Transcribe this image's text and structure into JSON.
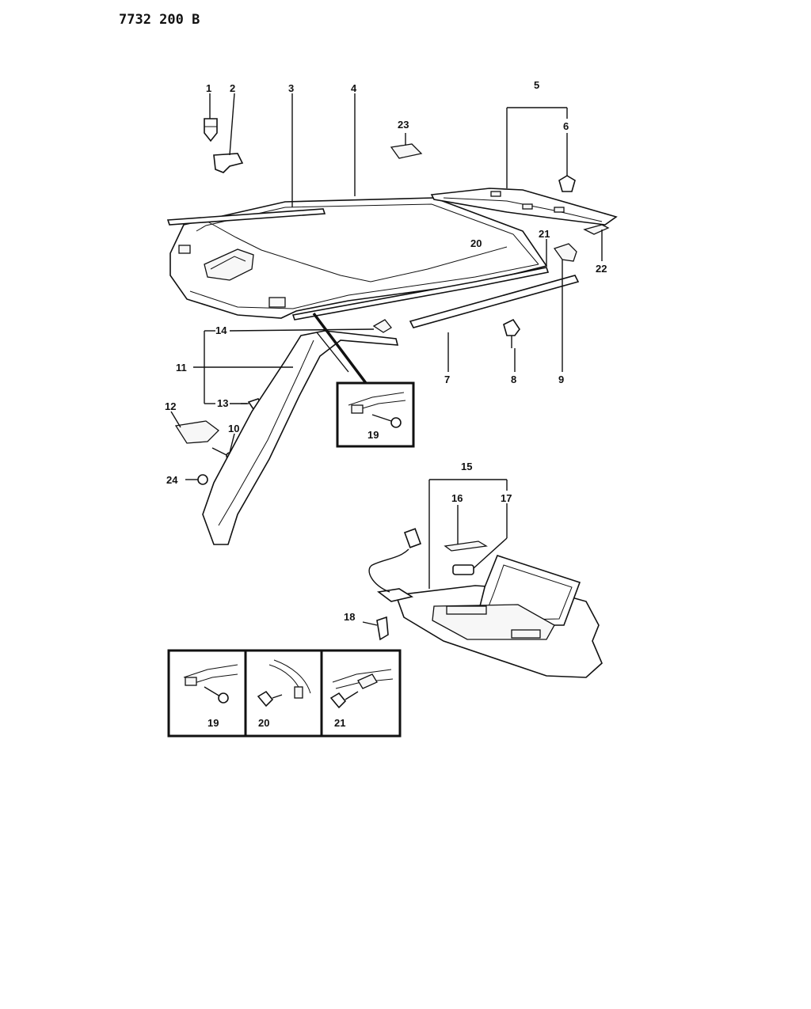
{
  "drawing_code": "7732 200 B",
  "callouts": [
    {
      "id": "c1",
      "label": "1"
    },
    {
      "id": "c2",
      "label": "2"
    },
    {
      "id": "c3",
      "label": "3"
    },
    {
      "id": "c4",
      "label": "4"
    },
    {
      "id": "c5",
      "label": "5"
    },
    {
      "id": "c6",
      "label": "6"
    },
    {
      "id": "c7",
      "label": "7"
    },
    {
      "id": "c8",
      "label": "8"
    },
    {
      "id": "c9",
      "label": "9"
    },
    {
      "id": "c10",
      "label": "10"
    },
    {
      "id": "c11",
      "label": "11"
    },
    {
      "id": "c12",
      "label": "12"
    },
    {
      "id": "c13",
      "label": "13"
    },
    {
      "id": "c14",
      "label": "14"
    },
    {
      "id": "c15",
      "label": "15"
    },
    {
      "id": "c16",
      "label": "16"
    },
    {
      "id": "c17",
      "label": "17"
    },
    {
      "id": "c18",
      "label": "18"
    },
    {
      "id": "c19",
      "label": "19"
    },
    {
      "id": "c20",
      "label": "20"
    },
    {
      "id": "c21",
      "label": "21"
    },
    {
      "id": "c22",
      "label": "22"
    },
    {
      "id": "c23",
      "label": "23"
    },
    {
      "id": "c24",
      "label": "24"
    },
    {
      "id": "inset_main",
      "label": "19"
    },
    {
      "id": "inset_a",
      "label": "19"
    },
    {
      "id": "inset_b",
      "label": "20"
    },
    {
      "id": "inset_c",
      "label": "21"
    }
  ]
}
